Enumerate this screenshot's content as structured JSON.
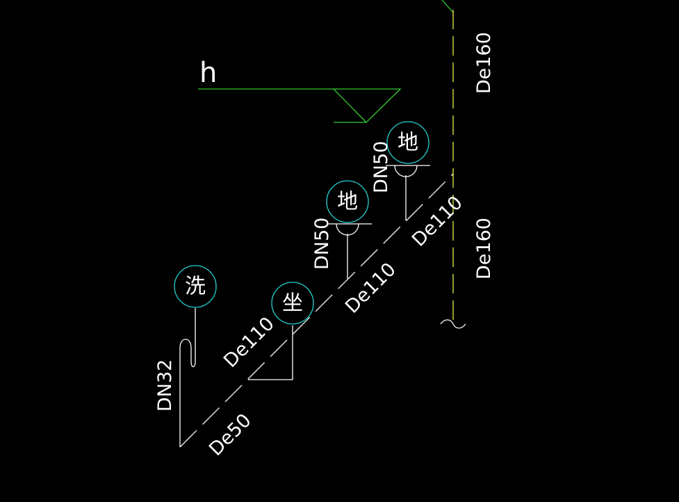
{
  "level_marker": {
    "text": "h"
  },
  "fixtures": [
    {
      "id": "washbasin",
      "char": "洗"
    },
    {
      "id": "toilet",
      "char": "坐"
    },
    {
      "id": "floor-drain-1",
      "char": "地"
    },
    {
      "id": "floor-drain-2",
      "char": "地"
    }
  ],
  "pipe_labels": {
    "dn32": "DN32",
    "de50": "De50",
    "de110_a": "De110",
    "dn50_a": "DN50",
    "de110_b": "De110",
    "dn50_b": "DN50",
    "de110_c": "De110",
    "de160_top": "De160",
    "de160_bottom": "De160"
  },
  "colors": {
    "background": "#000000",
    "pipe": "#ffffff",
    "stack": "#e8f040",
    "level_marker": "#33cc33",
    "fixture_bubble": "#22d3d3"
  }
}
